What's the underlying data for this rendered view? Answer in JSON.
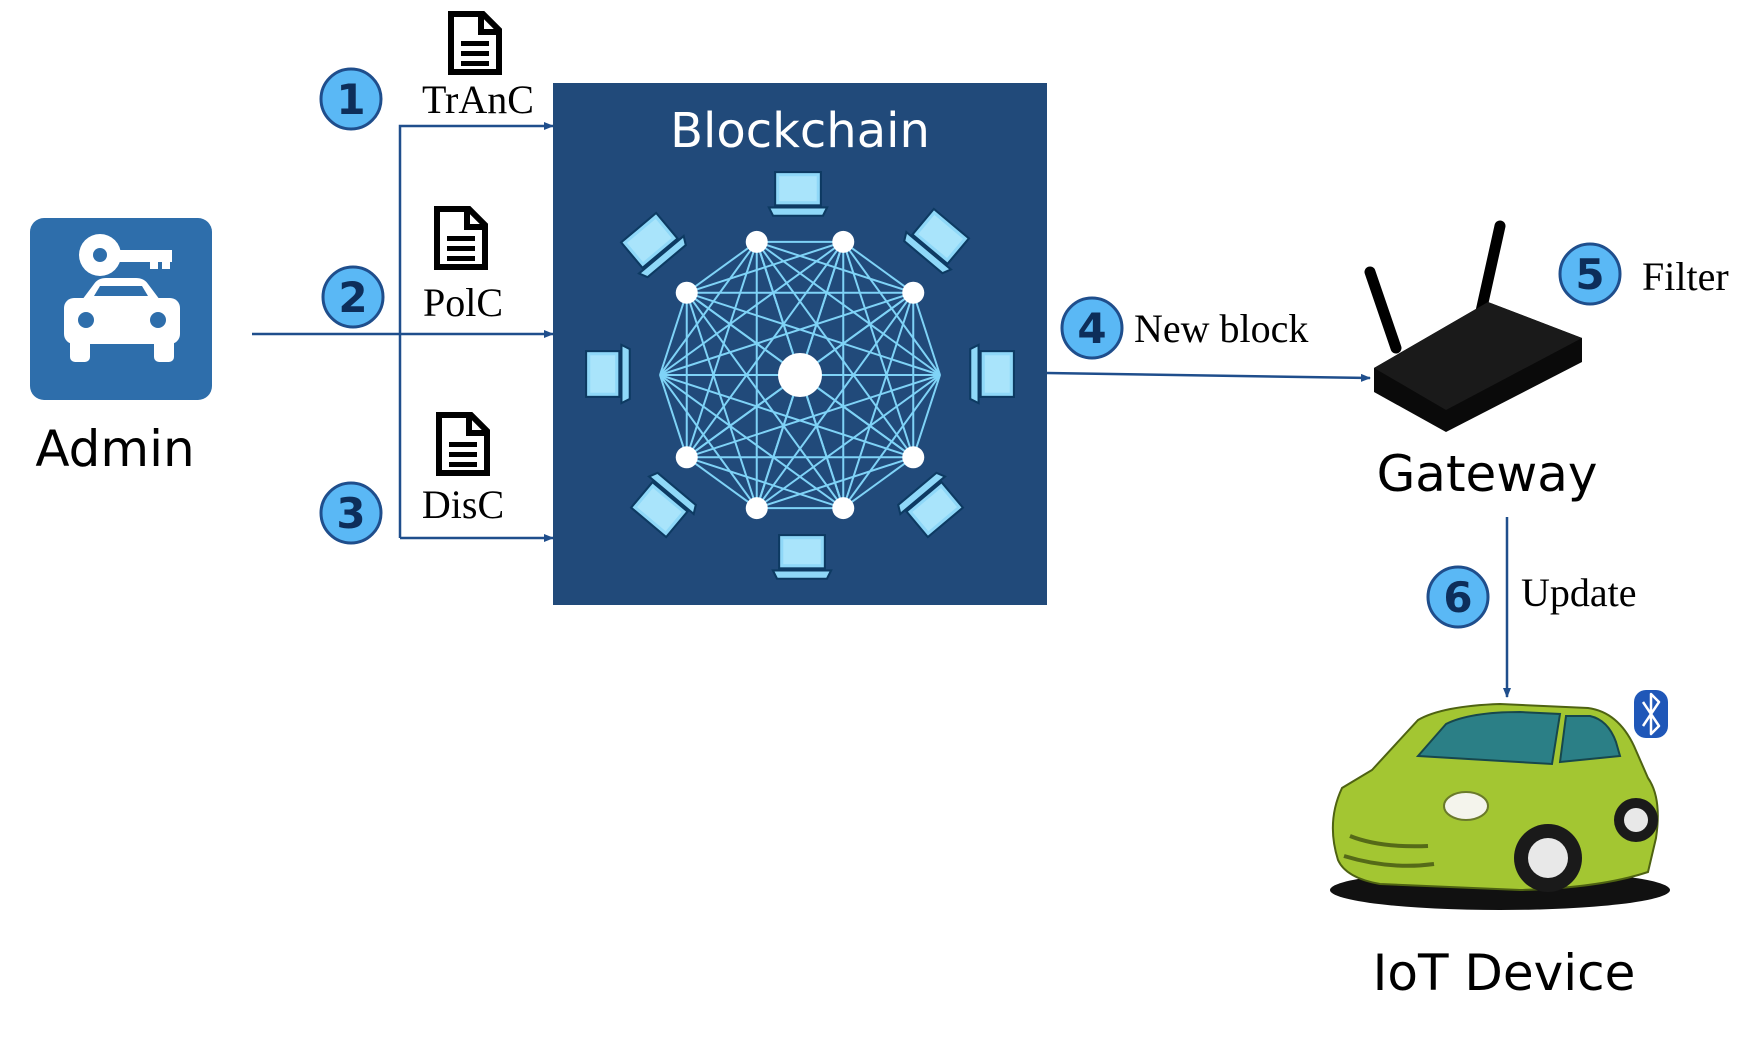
{
  "admin": {
    "label": "Admin"
  },
  "blockchain": {
    "title": "Blockchain"
  },
  "contracts": [
    {
      "step": "1",
      "label": "TrAnC"
    },
    {
      "step": "2",
      "label": "PolC"
    },
    {
      "step": "3",
      "label": "DisC"
    }
  ],
  "new_block": {
    "step": "4",
    "label": "New block"
  },
  "gateway": {
    "label": "Gateway"
  },
  "filter": {
    "step": "5",
    "label": "Filter"
  },
  "update": {
    "step": "6",
    "label": "Update"
  },
  "iot_device": {
    "label": "IoT Device"
  },
  "colors": {
    "arrow": "#1f4e8c",
    "blockchain_bg": "#214a7a",
    "network": "#7fd3f7",
    "step_circle": "#5ab8f5",
    "admin_icon_bg": "#2e6eab",
    "car_body": "#a3c632"
  },
  "icons": [
    "car-key-icon",
    "document-icon",
    "laptop-icon",
    "router-icon",
    "car-icon",
    "bluetooth-icon"
  ]
}
